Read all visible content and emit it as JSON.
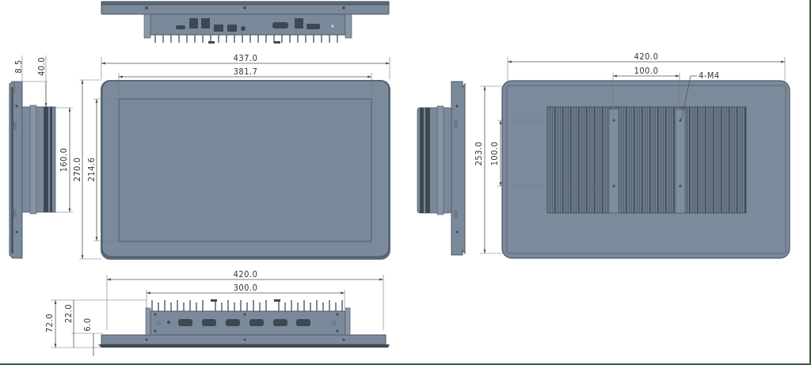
{
  "drawing": {
    "type": "mechanical dimension drawing (panel PC, 4 views)",
    "units": "mm",
    "colors": {
      "body": "#7a8a9a",
      "edge": "#4a5866",
      "dimension_line": "#555555",
      "border": "#3e5c3e"
    }
  },
  "top_view": {
    "name": "top I/O view",
    "ports": [
      "HDMI",
      "USB x2",
      "USB x2",
      "LAN",
      "LAN",
      "DC power",
      "VGA/COM",
      "USB x2",
      "COM",
      "indicator"
    ]
  },
  "front_view": {
    "width_overall": "437.0",
    "width_display": "381.7",
    "height_overall": "270.0",
    "height_display": "214.6"
  },
  "left_side_view": {
    "bezel_thickness": "8.5",
    "depth": "40.0",
    "heatsink_height": "160.0"
  },
  "right_side_view": {},
  "rear_view": {
    "width": "420.0",
    "height": "253.0",
    "mount_spacing_h": "100.0",
    "mount_spacing_v": "100.0",
    "mount_note": "4-M4"
  },
  "bottom_view": {
    "width_overall": "420.0",
    "width_box": "300.0",
    "height_overall": "72.0",
    "height_box": "22.0",
    "bezel_thickness": "6.0",
    "ports": [
      "COM1",
      "COM2",
      "COM3",
      "COM4",
      "COM5",
      "COM6"
    ]
  }
}
